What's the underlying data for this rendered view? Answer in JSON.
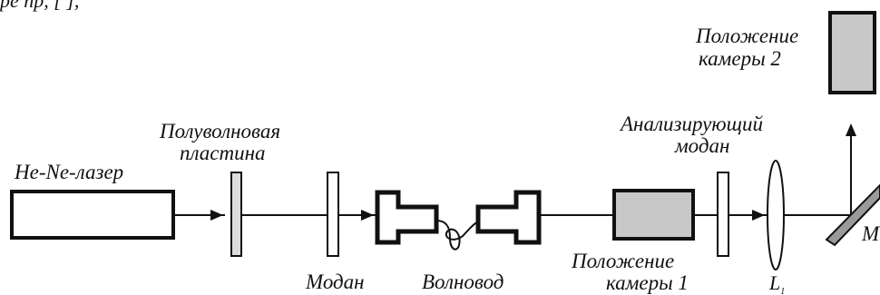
{
  "top_partial_text": "ре пр,                  [ ],",
  "labels": {
    "laser": "He-Ne-лазер",
    "halfwave_line1": "Полуволновая",
    "halfwave_line2": "пластина",
    "modan": "Модан",
    "waveguide": "Волновод",
    "camera1_line1": "Положение",
    "camera1_line2": "камеры 1",
    "analyzing_line1": "Анализирующий",
    "analyzing_line2": "модан",
    "lens": "L",
    "lens_sub": "1",
    "camera2_line1": "Положение",
    "camera2_line2": "камеры 2",
    "mirror": "M"
  },
  "colors": {
    "line": "#111111",
    "camera_fill": "#c8c8c8",
    "plate_fill": "#dcdcdc",
    "mirror_fill": "#9a9a9a"
  }
}
